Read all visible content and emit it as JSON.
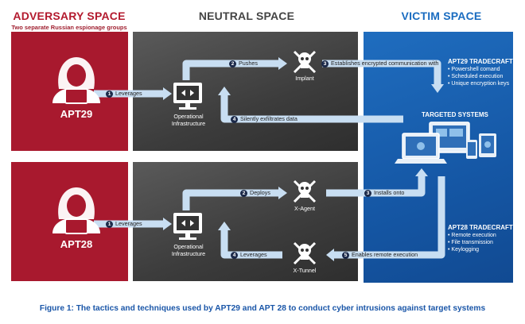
{
  "headers": {
    "adversary": "ADVERSARY SPACE",
    "adversary_sub": "Two separate Russian espionage groups",
    "neutral": "NEUTRAL SPACE",
    "victim": "VICTIM SPACE"
  },
  "colors": {
    "adversary": "#a8192e",
    "neutral": "#454545",
    "victim": "#1560ac",
    "arrow": "#c8def2",
    "caption": "#1a56a8"
  },
  "apt29": {
    "name": "APT29",
    "step1": "Leverages",
    "infra": "Operational Infrastructure",
    "step2": "Pushes",
    "implant": "Implant",
    "step3": "Establishes encrypted communication with",
    "step4": "Silently exfiltrates data",
    "tradecraft_title": "APT29 TRADECRAFT",
    "tradecraft": [
      "Powershell comand",
      "Scheduled execution",
      "Unique encryption keys"
    ]
  },
  "targeted_systems": "TARGETED SYSTEMS",
  "apt28": {
    "name": "APT28",
    "step1": "Leverages",
    "infra": "Operational Infrastructure",
    "step2": "Deploys",
    "xagent": "X-Agent",
    "step3": "Installs onto",
    "step4": "Leverages",
    "xtunnel": "X-Tunnel",
    "step5": "Enables remote execution",
    "tradecraft_title": "APT28 TRADECRAFT",
    "tradecraft": [
      "Remote execution",
      "File transmission",
      "Keylogging"
    ]
  },
  "badges": {
    "n1": "1",
    "n2": "2",
    "n3": "3",
    "n4": "4",
    "n5": "5"
  },
  "icons": [
    "hacker-icon",
    "monitor-icon",
    "skull-crossbones-icon",
    "devices-icon"
  ],
  "caption": "Figure 1: The tactics and techniques used by APT29 and APT 28 to conduct cyber intrusions against target systems"
}
